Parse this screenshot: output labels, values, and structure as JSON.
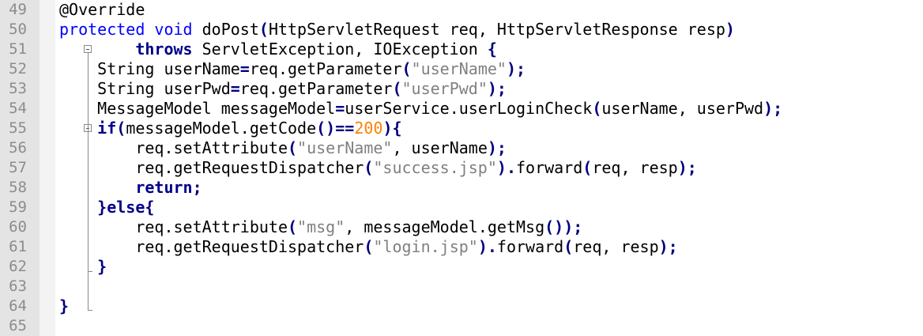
{
  "editor": {
    "line_numbers": [
      "49",
      "50",
      "51",
      "52",
      "53",
      "54",
      "55",
      "56",
      "57",
      "58",
      "59",
      "60",
      "61",
      "62",
      "63",
      "64",
      "65"
    ],
    "lines": [
      [
        {
          "t": "@Override",
          "c": "id"
        }
      ],
      [
        {
          "t": "protected",
          "c": "kw"
        },
        {
          "t": " ",
          "c": "id"
        },
        {
          "t": "void",
          "c": "kw"
        },
        {
          "t": " doPost",
          "c": "id"
        },
        {
          "t": "(",
          "c": "op"
        },
        {
          "t": "HttpServletRequest req, HttpServletResponse resp",
          "c": "id"
        },
        {
          "t": ")",
          "c": "op"
        }
      ],
      [
        {
          "t": "        ",
          "c": "id"
        },
        {
          "t": "throws",
          "c": "kwb"
        },
        {
          "t": " ServletException, IOException ",
          "c": "id"
        },
        {
          "t": "{",
          "c": "op"
        }
      ],
      [
        {
          "t": "    String userName",
          "c": "id"
        },
        {
          "t": "=",
          "c": "op"
        },
        {
          "t": "req.getParameter",
          "c": "id"
        },
        {
          "t": "(",
          "c": "op"
        },
        {
          "t": "\"userName\"",
          "c": "str"
        },
        {
          "t": ");",
          "c": "op"
        }
      ],
      [
        {
          "t": "    String userPwd",
          "c": "id"
        },
        {
          "t": "=",
          "c": "op"
        },
        {
          "t": "req.getParameter",
          "c": "id"
        },
        {
          "t": "(",
          "c": "op"
        },
        {
          "t": "\"userPwd\"",
          "c": "str"
        },
        {
          "t": ");",
          "c": "op"
        }
      ],
      [
        {
          "t": "    MessageModel messageModel",
          "c": "id"
        },
        {
          "t": "=",
          "c": "op"
        },
        {
          "t": "userService.userLoginCheck",
          "c": "id"
        },
        {
          "t": "(",
          "c": "op"
        },
        {
          "t": "userName, userPwd",
          "c": "id"
        },
        {
          "t": ");",
          "c": "op"
        }
      ],
      [
        {
          "t": "    ",
          "c": "id"
        },
        {
          "t": "if",
          "c": "kwb"
        },
        {
          "t": "(",
          "c": "op"
        },
        {
          "t": "messageModel.getCode",
          "c": "id"
        },
        {
          "t": "()==",
          "c": "op"
        },
        {
          "t": "200",
          "c": "num"
        },
        {
          "t": "){",
          "c": "op"
        }
      ],
      [
        {
          "t": "        req.setAttribute",
          "c": "id"
        },
        {
          "t": "(",
          "c": "op"
        },
        {
          "t": "\"userName\"",
          "c": "str"
        },
        {
          "t": ", userName",
          "c": "id"
        },
        {
          "t": ");",
          "c": "op"
        }
      ],
      [
        {
          "t": "        req.getRequestDispatcher",
          "c": "id"
        },
        {
          "t": "(",
          "c": "op"
        },
        {
          "t": "\"success.jsp\"",
          "c": "str"
        },
        {
          "t": ").",
          "c": "op"
        },
        {
          "t": "forward",
          "c": "id"
        },
        {
          "t": "(",
          "c": "op"
        },
        {
          "t": "req, resp",
          "c": "id"
        },
        {
          "t": ");",
          "c": "op"
        }
      ],
      [
        {
          "t": "        ",
          "c": "id"
        },
        {
          "t": "return",
          "c": "kwb"
        },
        {
          "t": ";",
          "c": "op"
        }
      ],
      [
        {
          "t": "    ",
          "c": "id"
        },
        {
          "t": "}",
          "c": "op"
        },
        {
          "t": "else",
          "c": "kwb"
        },
        {
          "t": "{",
          "c": "op"
        }
      ],
      [
        {
          "t": "        req.setAttribute",
          "c": "id"
        },
        {
          "t": "(",
          "c": "op"
        },
        {
          "t": "\"msg\"",
          "c": "str"
        },
        {
          "t": ", messageModel.getMsg",
          "c": "id"
        },
        {
          "t": "());",
          "c": "op"
        }
      ],
      [
        {
          "t": "        req.getRequestDispatcher",
          "c": "id"
        },
        {
          "t": "(",
          "c": "op"
        },
        {
          "t": "\"login.jsp\"",
          "c": "str"
        },
        {
          "t": ").",
          "c": "op"
        },
        {
          "t": "forward",
          "c": "id"
        },
        {
          "t": "(",
          "c": "op"
        },
        {
          "t": "req, resp",
          "c": "id"
        },
        {
          "t": ");",
          "c": "op"
        }
      ],
      [
        {
          "t": "    ",
          "c": "id"
        },
        {
          "t": "}",
          "c": "op"
        }
      ],
      [
        {
          "t": "",
          "c": "id"
        }
      ],
      [
        {
          "t": "}",
          "c": "op"
        }
      ],
      [
        {
          "t": "",
          "c": "id"
        }
      ]
    ],
    "colors": {
      "keyword": "#0000ff",
      "keyword_bold": "#00008b",
      "string": "#808080",
      "number": "#ff8000",
      "operator": "#000080",
      "gutter_bg": "#e4e4e4",
      "line_number": "#8c8c8c"
    }
  }
}
